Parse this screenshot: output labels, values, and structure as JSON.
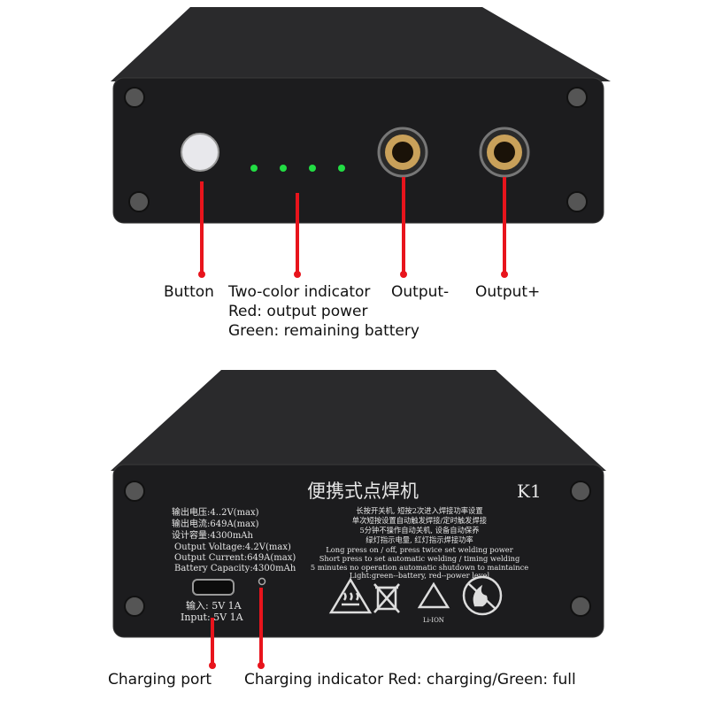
{
  "top_device": {
    "labels": {
      "button": "Button",
      "indicator_title": "Two-color indicator",
      "indicator_red": "Red: output power",
      "indicator_green": "Green: remaining battery",
      "output_minus": "Output-",
      "output_plus": "Output+"
    },
    "colors": {
      "led": "#22dd44",
      "callout": "#e8141c",
      "jack": "#c9a15a"
    }
  },
  "bottom_device": {
    "title_cn": "便携式点焊机",
    "model": "K1",
    "specs": [
      "输出电压:4..2V(max)",
      "输出电流:649A(max)",
      "设计容量:4300mAh",
      "Output Voltage:4.2V(max)",
      "Output Current:649A(max)",
      "Battery Capacity:4300mAh"
    ],
    "instructions": [
      "长按开关机, 短按2次进入焊接功率设置",
      "单次短按设置自动触发焊接/定时触发焊接",
      "5分钟不操作自动关机, 设备自动保养",
      "绿灯指示电量, 红灯指示焊接功率",
      "Long press on / off,  press twice  set welding power",
      "Short press to set automatic welding / timing welding",
      "5 minutes no operation automatic shutdown to maintaince",
      "Light:green--battery, red--power level"
    ],
    "input_cn": "输入: 5V 1A",
    "input_en": "Input: 5V 1A",
    "recycle_text": "Li-ION",
    "labels": {
      "charging_port": "Charging port",
      "charging_indicator": "Charging indicator Red: charging/Green: full"
    }
  }
}
